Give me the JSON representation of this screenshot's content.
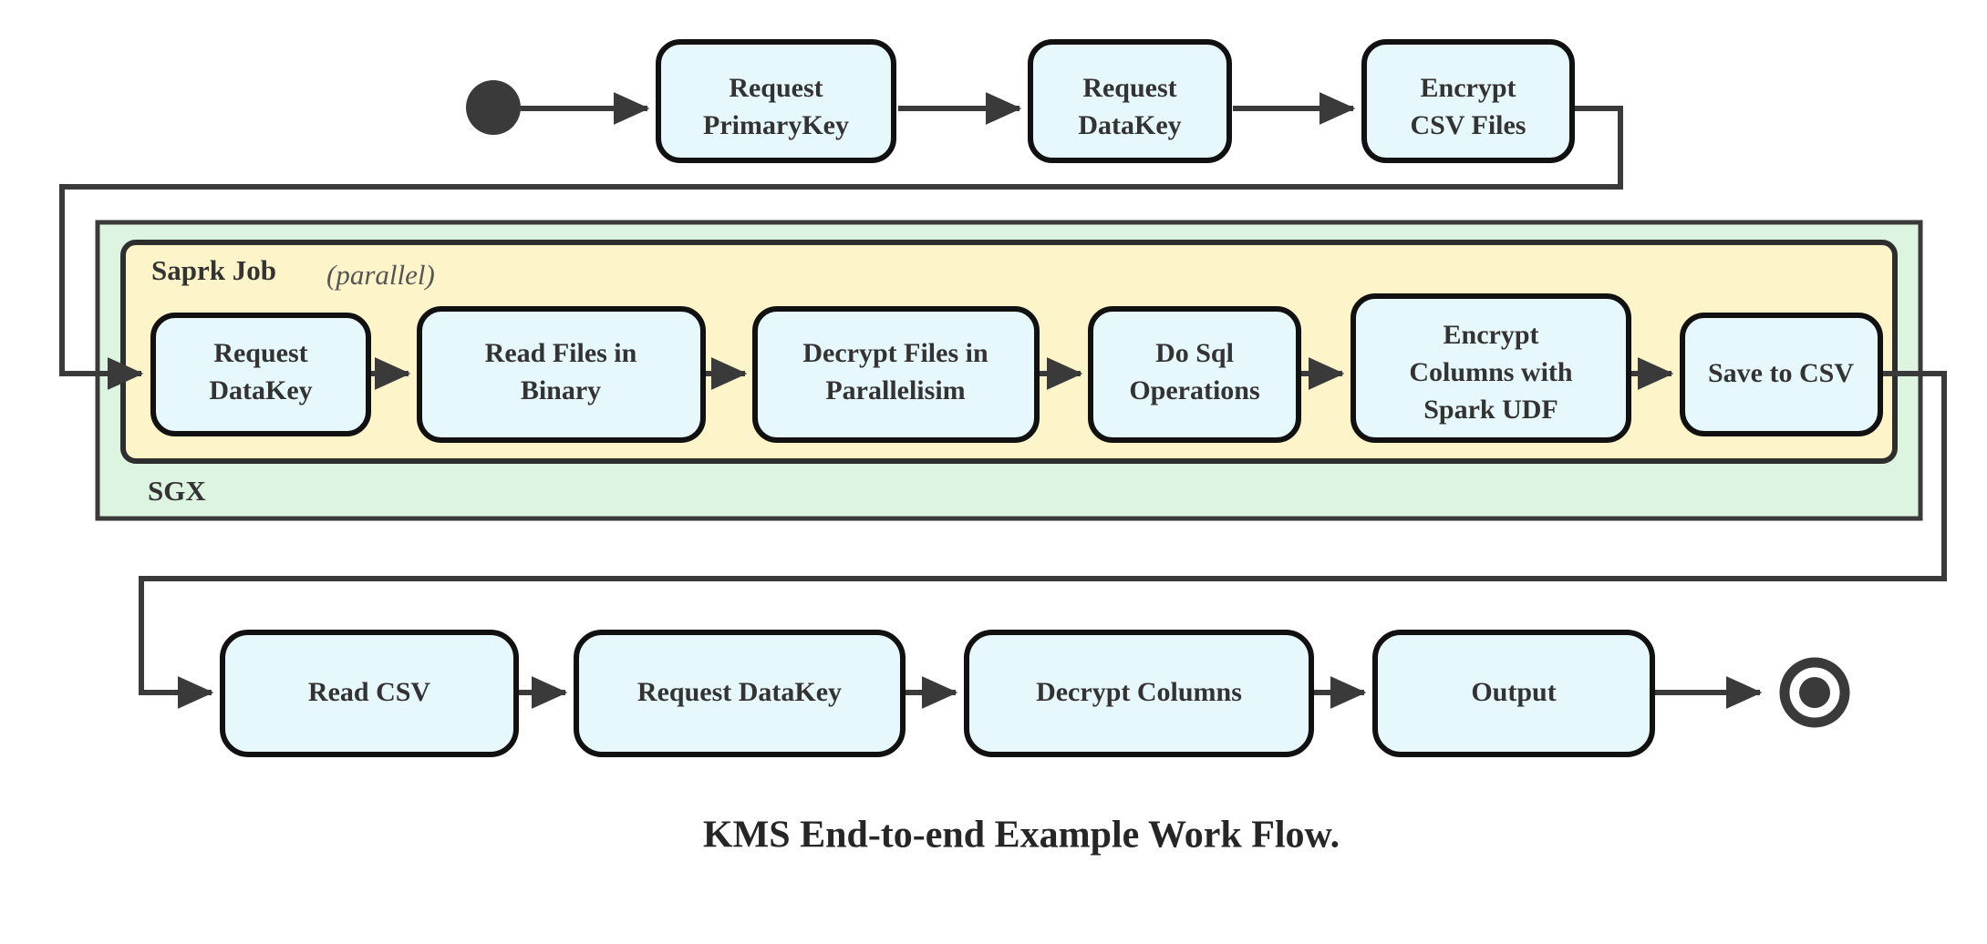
{
  "diagram": {
    "title": "KMS End-to-end Example Work Flow.",
    "type": "activity-flowchart",
    "colors": {
      "node_fill": "#e6f8fc",
      "node_stroke": "#111111",
      "sgx_group_fill": "#ddf5e0",
      "spark_group_fill": "#fdf5c9",
      "edge_stroke": "#3a3a3a",
      "text": "#333333",
      "background": "#ffffff"
    },
    "start_node": {
      "name": "start",
      "shape": "filled-circle"
    },
    "end_node": {
      "name": "end",
      "shape": "bullseye-circle"
    },
    "groups": {
      "sgx": {
        "label": "SGX"
      },
      "spark": {
        "label_bold": "Saprk Job",
        "label_italic": "(parallel)"
      }
    },
    "rows": {
      "top": [
        {
          "id": "request-primarykey",
          "line1": "Request",
          "line2": "PrimaryKey"
        },
        {
          "id": "request-datakey-top",
          "line1": "Request",
          "line2": "DataKey"
        },
        {
          "id": "encrypt-csv-files",
          "line1": "Encrypt",
          "line2": "CSV Files"
        }
      ],
      "spark": [
        {
          "id": "request-datakey-spark",
          "line1": "Request",
          "line2": "DataKey"
        },
        {
          "id": "read-files-in-binary",
          "line1": "Read Files in",
          "line2": "Binary"
        },
        {
          "id": "decrypt-files-in-parallelisim",
          "line1": "Decrypt Files in",
          "line2": "Parallelisim"
        },
        {
          "id": "do-sql-operations",
          "line1": "Do Sql",
          "line2": "Operations"
        },
        {
          "id": "encrypt-columns-with-spark-udf",
          "line1": "Encrypt",
          "line2": "Columns with",
          "line3": "Spark UDF"
        },
        {
          "id": "save-to-csv",
          "line1": "Save to CSV"
        }
      ],
      "bottom": [
        {
          "id": "read-csv",
          "line1": "Read CSV"
        },
        {
          "id": "request-datakey-bottom",
          "line1": "Request DataKey"
        },
        {
          "id": "decrypt-columns",
          "line1": "Decrypt Columns"
        },
        {
          "id": "output",
          "line1": "Output"
        }
      ]
    }
  }
}
